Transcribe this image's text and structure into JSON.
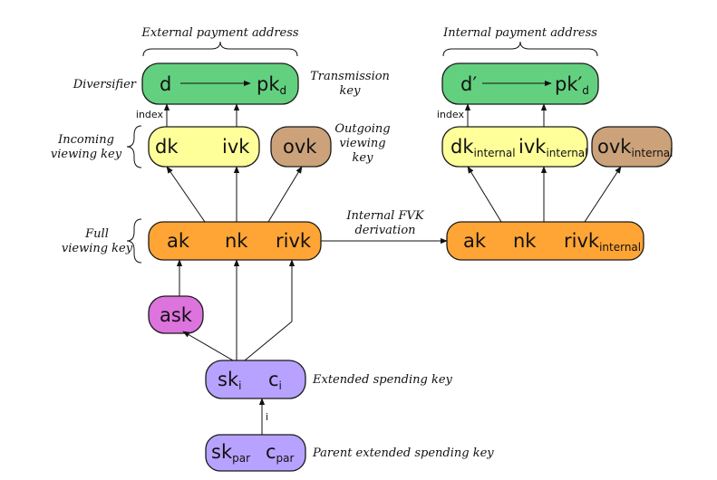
{
  "labels": {
    "external_payment_address": "External payment address",
    "internal_payment_address": "Internal payment address",
    "diversifier": "Diversifier",
    "transmission_key_1": "Transmission",
    "transmission_key_2": "key",
    "incoming_viewing_key_1": "Incoming",
    "incoming_viewing_key_2": "viewing key",
    "outgoing_viewing_key_1": "Outgoing",
    "outgoing_viewing_key_2": "viewing",
    "outgoing_viewing_key_3": "key",
    "full_viewing_key_1": "Full",
    "full_viewing_key_2": "viewing key",
    "internal_fvk_derivation_1": "Internal FVK",
    "internal_fvk_derivation_2": "derivation",
    "extended_spending_key": "Extended spending key",
    "parent_extended_spending_key": "Parent extended spending key",
    "index_left": "index",
    "index_right": "index",
    "i_edge": "i"
  },
  "nodes": {
    "d": "d",
    "pk": "pk",
    "pk_sub": "d",
    "d_prime": "d′",
    "pk_prime": "pk′",
    "pk_prime_sub": "d",
    "dk": "dk",
    "ivk": "ivk",
    "ovk": "ovk",
    "dk_int": "dk",
    "ivk_int": "ivk",
    "ovk_int": "ovk",
    "internal_sub": "internal",
    "ak": "ak",
    "nk": "nk",
    "rivk": "rivk",
    "ak_int": "ak",
    "nk_int": "nk",
    "rivk_int": "rivk",
    "ask": "ask",
    "sk": "sk",
    "sk_sub": "i",
    "c": "c",
    "c_sub": "i",
    "sk_par": "sk",
    "c_par": "c",
    "par_sub": "par"
  },
  "colors": {
    "green": "#63d07f",
    "yellow": "#ffff99",
    "brown": "#cca27a",
    "orange": "#ffa535",
    "pink": "#dd73dd",
    "purple": "#b7a2ff"
  }
}
